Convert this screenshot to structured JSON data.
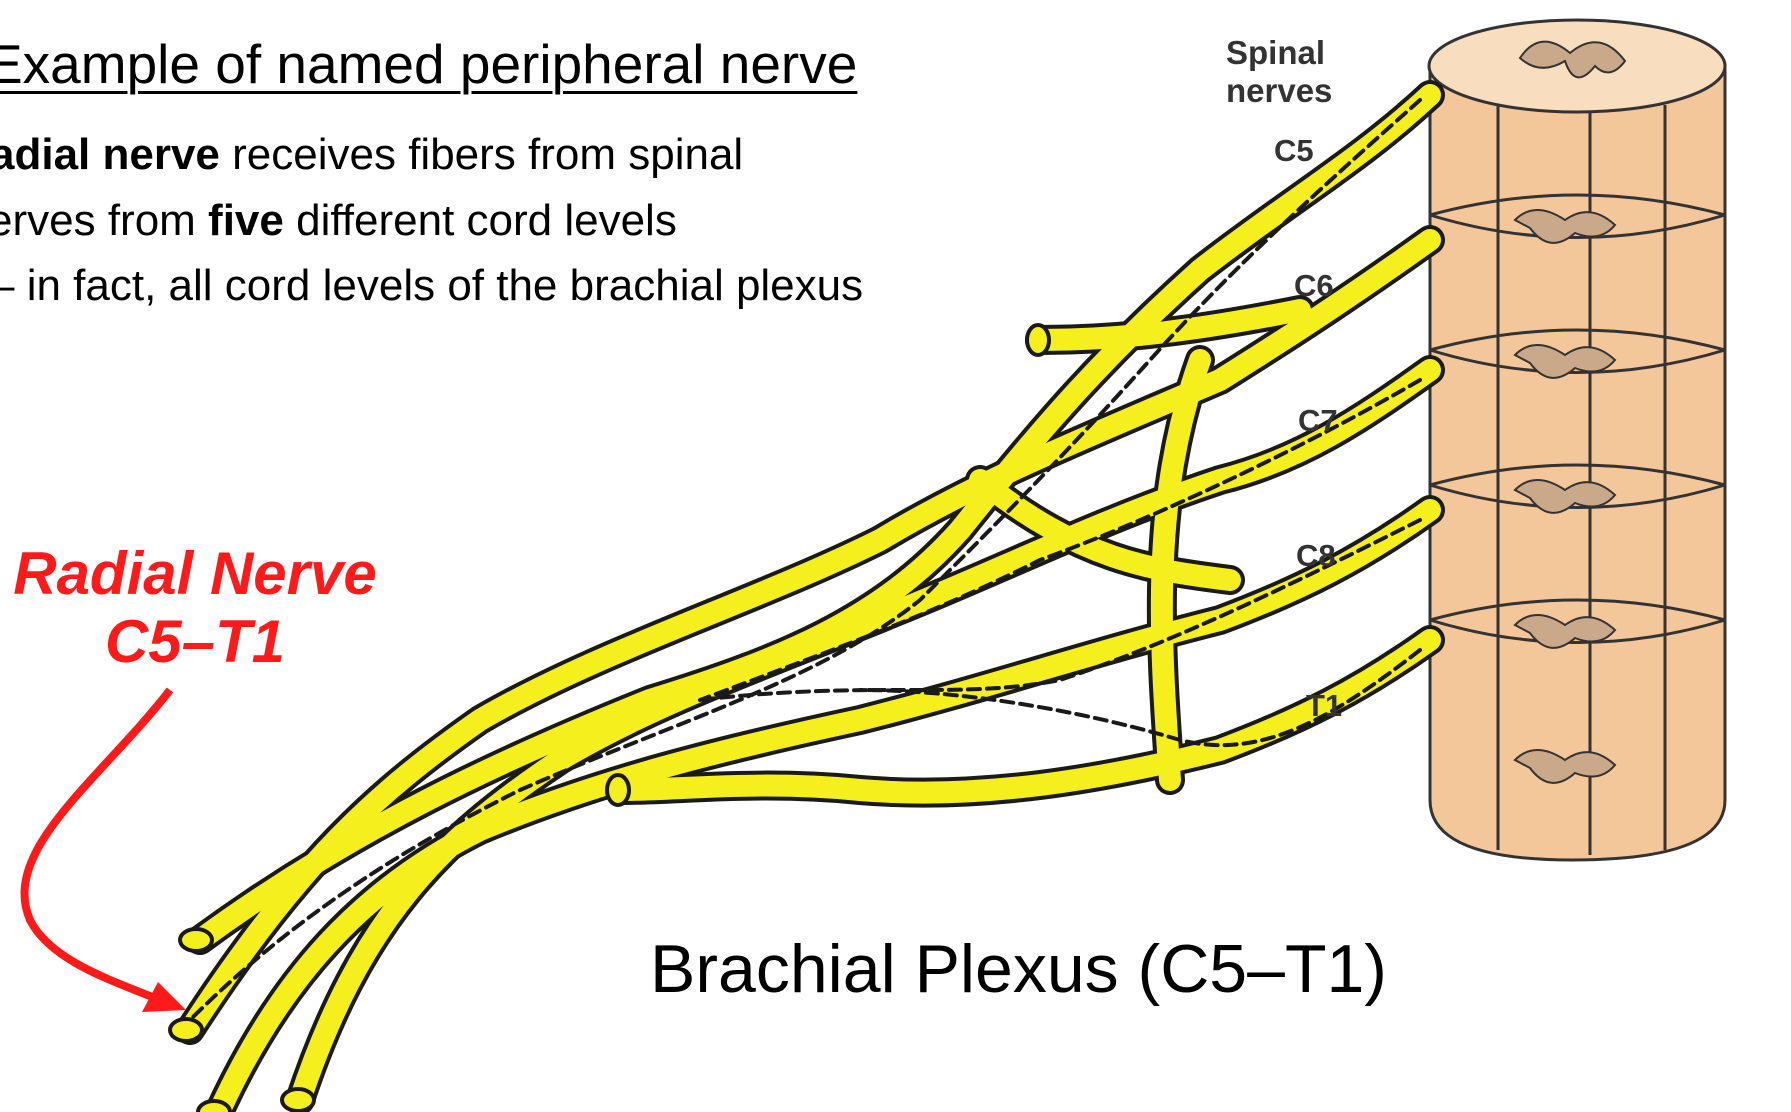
{
  "heading": "Example of named peripheral nerve",
  "description": {
    "line1_bold": "adial nerve",
    "line1_rest": " receives fibers from spinal",
    "line2_start": "erves from ",
    "line2_bold": "five",
    "line2_rest": " different cord levels",
    "line3": "– in fact, all cord levels of the brachial plexus"
  },
  "callout": {
    "line1": "Radial Nerve",
    "line2": "C5–T1",
    "color": "#ff1a1a"
  },
  "caption": "Brachial Plexus (C5–T1)",
  "spinal_cord": {
    "header_line1": "Spinal",
    "header_line2": "nerves",
    "levels": [
      "C5",
      "C6",
      "C7",
      "C8",
      "T1"
    ]
  },
  "colors": {
    "nerve_fill": "#f5ef1e",
    "nerve_outline": "#1a1a1a",
    "cord_fill": "#f4c79a",
    "grey_matter": "#c9a98a",
    "arrow": "#ff1a1a"
  }
}
